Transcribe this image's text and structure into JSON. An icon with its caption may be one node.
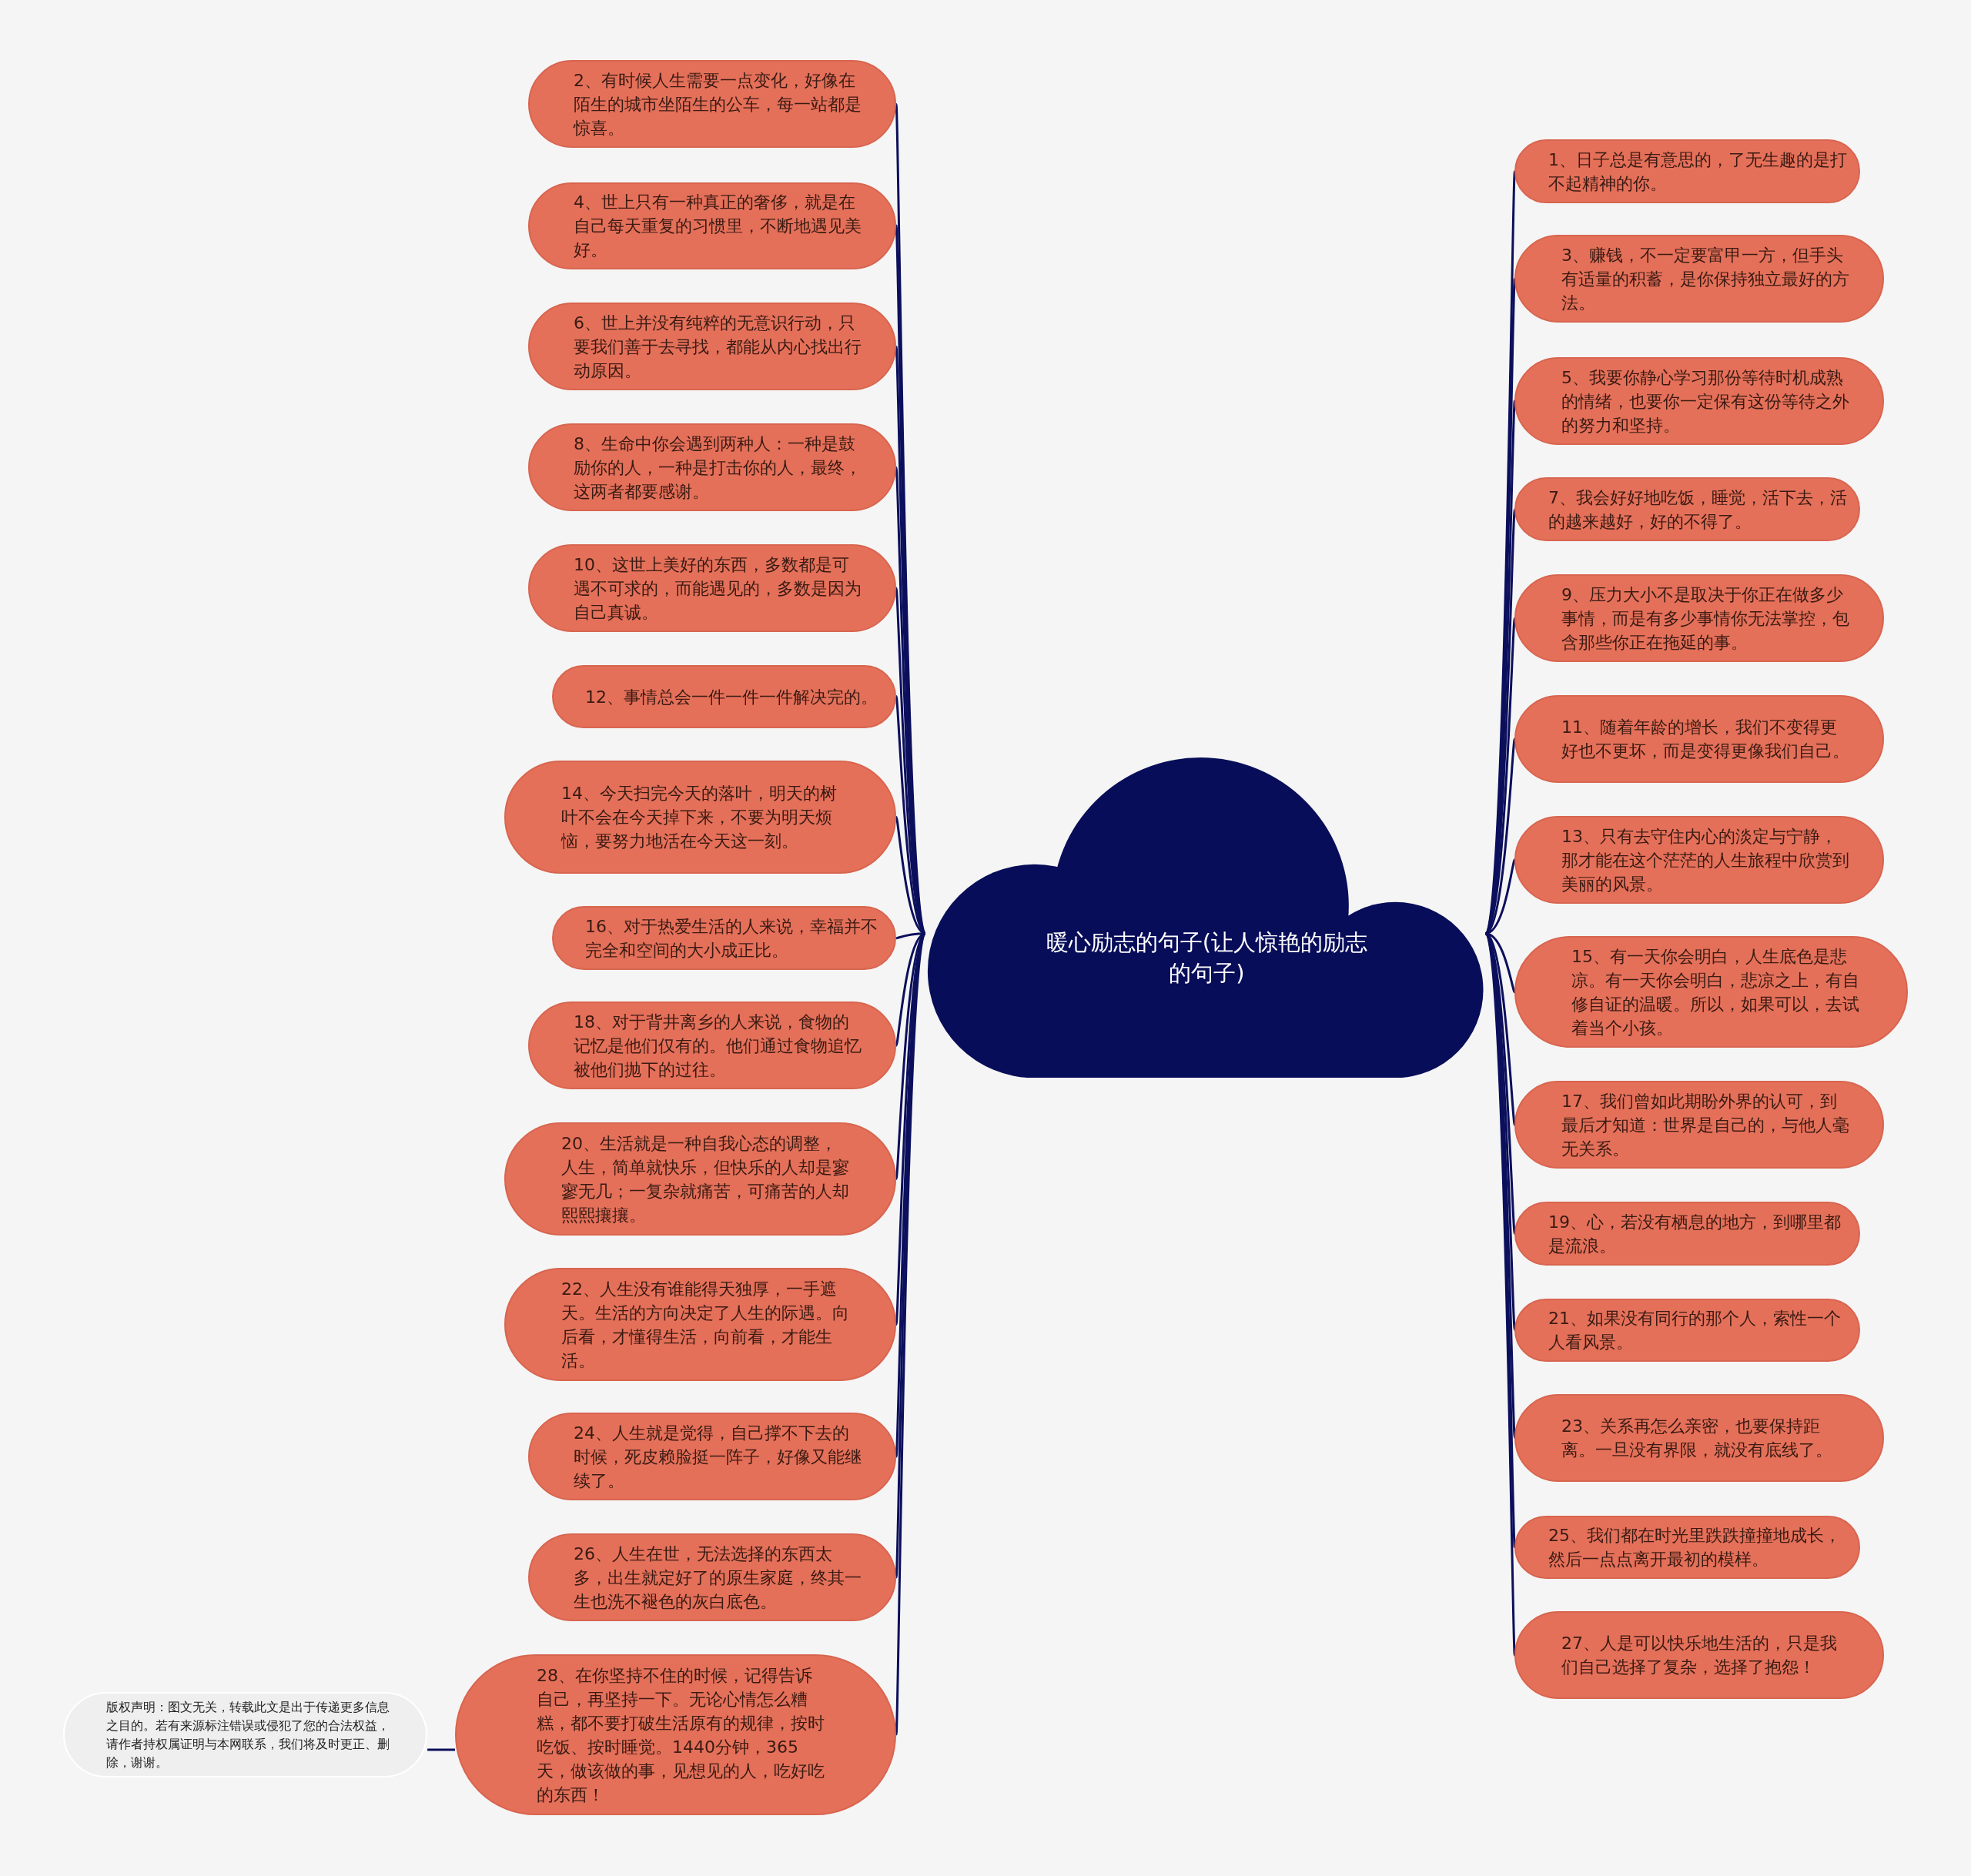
{
  "diagram": {
    "nodes": [
      {
        "text": [
          "暖心励志的句子(让人惊艳的励志的句子)"
        ]
      },
      {
        "text": [
          "1、日子总是有意思的，了无生趣的是打不起精神的你。"
        ]
      },
      {
        "text": [
          "2、有时候人生需要一点变化，好像在陌生的城市坐陌生的公车，每一站都是惊喜。"
        ]
      },
      {
        "text": [
          "3、赚钱，不一定要富甲一方，但手头有适量的积蓄，是你保持独立最好的方法。"
        ]
      },
      {
        "text": [
          "4、世上只有一种真正的奢侈，就是在自己每天重复的习惯里，不断地遇见美好。"
        ]
      },
      {
        "text": [
          "5、我要你静心学习那份等待时机成熟的情绪，也要你一定保有这份等待之外的努力和坚持。"
        ]
      },
      {
        "text": [
          "6、世上并没有纯粹的无意识行动，只要我们善于去寻找，都能从内心找出行动原因。"
        ]
      },
      {
        "text": [
          "7、我会好好地吃饭，睡觉，活下去，活的越来越好，好的不得了。"
        ]
      },
      {
        "text": [
          "8、生命中你会遇到两种人：一种是鼓励你的人，一种是打击你的人，最终，这两者都要感谢。"
        ]
      },
      {
        "text": [
          "9、压力大小不是取决于你正在做多少事情，而是有多少事情你无法掌控，包含那些你正在拖延的事。"
        ]
      },
      {
        "text": [
          "10、这世上美好的东西，多数都是可遇不可求的，而能遇见的，多数是因为自己真诚。"
        ]
      },
      {
        "text": [
          "11、随着年龄的增长，我们不变得更好也不更坏，而是变得更像我们自己。"
        ]
      },
      {
        "text": [
          "12、事情总会一件一件一件解决完的。"
        ]
      },
      {
        "text": [
          "13、只有去守住内心的淡定与宁静，那才能在这个茫茫的人生旅程中欣赏到美丽的风景。"
        ]
      },
      {
        "text": [
          "14、今天扫完今天的落叶，明天的树叶不会在今天掉下来，不要为明天烦恼，要努力地活在今天这一刻。"
        ]
      },
      {
        "text": [
          "15、有一天你会明白，人生底色是悲凉。有一天你会明白，悲凉之上，有自修自证的温暖。所以，如果可以，去试着当个小孩。"
        ]
      },
      {
        "text": [
          "16、对于热爱生活的人来说，幸福并不完全和空间的大小成正比。"
        ]
      },
      {
        "text": [
          "17、我们曾如此期盼外界的认可，到最后才知道：世界是自己的，与他人毫无关系。"
        ]
      },
      {
        "text": [
          "18、对于背井离乡的人来说，食物的记忆是他们仅有的。他们通过食物追忆被他们抛下的过往。"
        ]
      },
      {
        "text": [
          "19、心，若没有栖息的地方，到哪里都是流浪。"
        ]
      },
      {
        "text": [
          "20、生活就是一种自我心态的调整，人生，简单就快乐，但快乐的人却是寥寥无几；一复杂就痛苦，可痛苦的人却熙熙攘攘。"
        ]
      },
      {
        "text": [
          "21、如果没有同行的那个人，索性一个人看风景。"
        ]
      },
      {
        "text": [
          "22、人生没有谁能得天独厚，一手遮天。生活的方向决定了人生的际遇。向后看，才懂得生活，向前看，才能生活。"
        ]
      },
      {
        "text": [
          "23、关系再怎么亲密，也要保持距离。一旦没有界限，就没有底线了。"
        ]
      },
      {
        "text": [
          "24、人生就是觉得，自己撑不下去的时候，死皮赖脸挺一阵子，好像又能继续了。"
        ]
      },
      {
        "text": [
          "25、我们都在时光里跌跌撞撞地成长，然后一点点离开最初的模样。"
        ]
      },
      {
        "text": [
          "26、人生在世，无法选择的东西太多，出生就定好了的原生家庭，终其一生也洗不褪色的灰白底色。"
        ]
      },
      {
        "text": [
          "27、人是可以快乐地生活的，只是我们自己选择了复杂，选择了抱怨！"
        ]
      },
      {
        "text": [
          "28、在你坚持不住的时候，记得告诉自己，再坚持一下。无论心情怎么糟糕，都不要打破生活原有的规律，按时吃饭、按时睡觉。1440分钟，365天，做该做的事，见想见的人，吃好吃的东西！"
        ]
      },
      {
        "text": [
          "版权声明：图文无关，转载此文是出于传递更多信息之目的。若有来源标注错误或侵犯了您的合法权益，请作者持权属证明与本网联系，我们将及时更正、删除，谢谢。"
        ]
      }
    ],
    "edges": [
      {
        "from": 0,
        "to": 1,
        "arrow": "none"
      },
      {
        "from": 0,
        "to": 2,
        "arrow": "none"
      },
      {
        "from": 0,
        "to": 3,
        "arrow": "none"
      },
      {
        "from": 0,
        "to": 4,
        "arrow": "none"
      },
      {
        "from": 0,
        "to": 5,
        "arrow": "none"
      },
      {
        "from": 0,
        "to": 6,
        "arrow": "none"
      },
      {
        "from": 0,
        "to": 7,
        "arrow": "none"
      },
      {
        "from": 0,
        "to": 8,
        "arrow": "none"
      },
      {
        "from": 0,
        "to": 9,
        "arrow": "none"
      },
      {
        "from": 0,
        "to": 10,
        "arrow": "none"
      },
      {
        "from": 0,
        "to": 11,
        "arrow": "none"
      },
      {
        "from": 0,
        "to": 12,
        "arrow": "none"
      },
      {
        "from": 0,
        "to": 13,
        "arrow": "none"
      },
      {
        "from": 0,
        "to": 14,
        "arrow": "none"
      },
      {
        "from": 0,
        "to": 15,
        "arrow": "none"
      },
      {
        "from": 0,
        "to": 16,
        "arrow": "none"
      },
      {
        "from": 0,
        "to": 17,
        "arrow": "none"
      },
      {
        "from": 0,
        "to": 18,
        "arrow": "none"
      },
      {
        "from": 0,
        "to": 19,
        "arrow": "none"
      },
      {
        "from": 0,
        "to": 20,
        "arrow": "none"
      },
      {
        "from": 0,
        "to": 21,
        "arrow": "none"
      },
      {
        "from": 0,
        "to": 22,
        "arrow": "none"
      },
      {
        "from": 0,
        "to": 23,
        "arrow": "none"
      },
      {
        "from": 0,
        "to": 24,
        "arrow": "none"
      },
      {
        "from": 0,
        "to": 25,
        "arrow": "none"
      },
      {
        "from": 0,
        "to": 26,
        "arrow": "none"
      },
      {
        "from": 0,
        "to": 27,
        "arrow": "none"
      },
      {
        "from": 0,
        "to": 28,
        "arrow": "none"
      },
      {
        "from": 28,
        "to": 29,
        "arrow": "none"
      }
    ]
  }
}
